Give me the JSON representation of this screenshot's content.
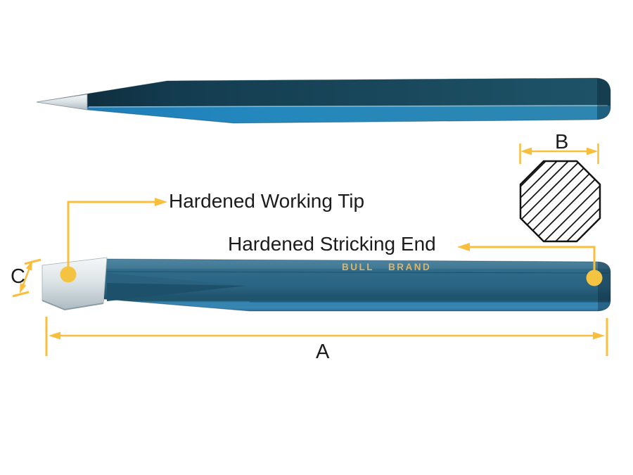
{
  "page": {
    "description": "Technical diagram of BULL BRAND point chisel and cold chisel with dimension callouts"
  },
  "labels": {
    "working_tip": "Hardened Working Tip",
    "stricking_end": "Hardened Stricking End"
  },
  "dimensions": {
    "overall_length": "A",
    "stock_width": "B",
    "tip_height": "C"
  },
  "brand": {
    "word1": "BULL",
    "word2": "BRAND"
  },
  "colors": {
    "accent": "#F8BE3C",
    "marker_dot": "#F4C342",
    "text": "#1C1C1C",
    "brand_gold": "#D9B46C",
    "outline": "#141414",
    "chisel_dark_facet": "#17465C",
    "chisel_bright_facet": "#2886B8",
    "chisel_body": "#2B6485",
    "tip_silver": "#DDE4E7"
  },
  "figures": {
    "point_chisel": "point-chisel-side-view",
    "flat_chisel": "flat-cold-chisel-side-view",
    "cross_section": "octagonal-cross-section"
  }
}
